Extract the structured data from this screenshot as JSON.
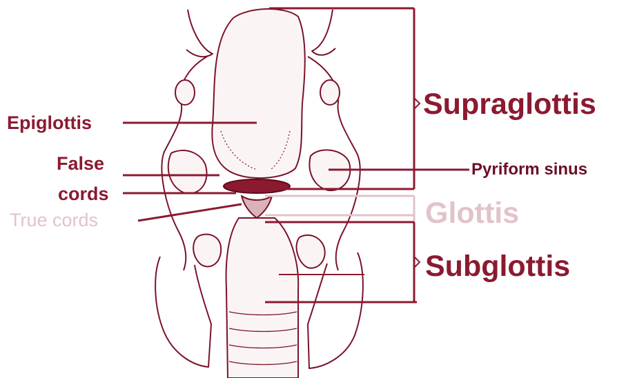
{
  "labels": {
    "epiglottis": "Epiglottis",
    "false_cords_line1": "False",
    "false_cords_line2": "cords",
    "true_cords": "True cords",
    "pyriform_sinus": "Pyriform sinus",
    "supraglottis": "Supraglottis",
    "glottis": "Glottis",
    "subglottis": "Subglottis"
  },
  "colors": {
    "dark_red": "#8b1a30",
    "pale_pink": "#e2c3c9",
    "outline": "#7a1228"
  }
}
